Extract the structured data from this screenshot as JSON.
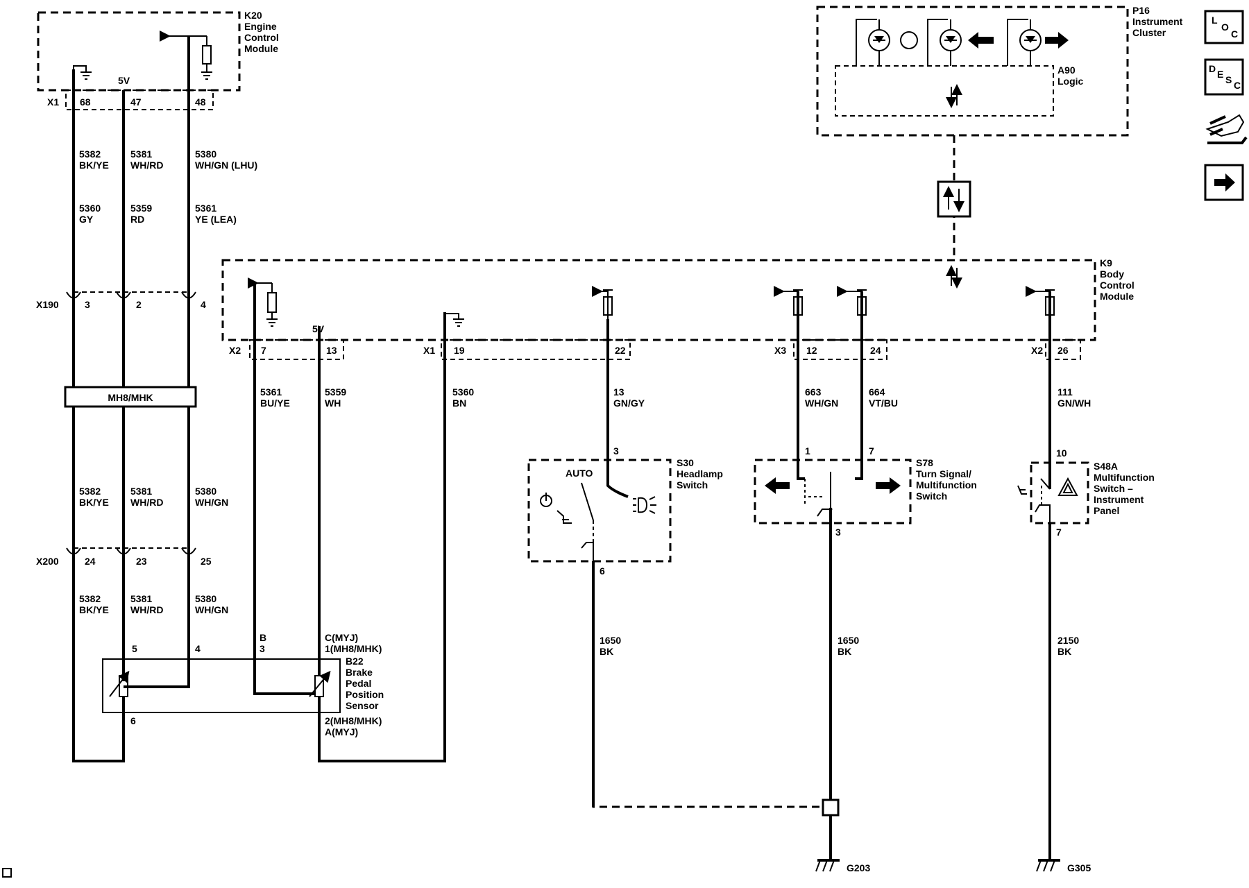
{
  "modules": {
    "k20": {
      "title": [
        "K20",
        "Engine",
        "Control",
        "Module"
      ],
      "v5": "5V"
    },
    "p16": {
      "title": [
        "P16",
        "Instrument",
        "Cluster"
      ],
      "logic": [
        "A90",
        "Logic"
      ]
    },
    "k9": {
      "title": [
        "K9",
        "Body",
        "Control",
        "Module"
      ],
      "v5": "5V"
    }
  },
  "connectors": {
    "k20_x1": {
      "name": "X1",
      "pins": [
        "68",
        "47",
        "48"
      ]
    },
    "x190": {
      "name": "X190",
      "pins": [
        "3",
        "2",
        "4"
      ]
    },
    "x200": {
      "name": "X200",
      "pins": [
        "24",
        "23",
        "25"
      ]
    },
    "k9_x2a": {
      "name": "X2",
      "pins": [
        "7",
        "13"
      ]
    },
    "k9_x1": {
      "name": "X1",
      "pins": [
        "19"
      ]
    },
    "k9_x3": {
      "name": "X3",
      "pins": [
        "12",
        "24"
      ]
    },
    "k9_x2b": {
      "name": "X2",
      "pins": [
        "26"
      ]
    },
    "k9_single": {
      "pins": [
        "22"
      ]
    }
  },
  "wires_top": [
    {
      "circuit": "5382",
      "color": "BK/YE"
    },
    {
      "circuit": "5381",
      "color": "WH/RD"
    },
    {
      "circuit": "5380",
      "color": "WH/GN (LHU)"
    }
  ],
  "wires_top_alt": [
    {
      "circuit": "5360",
      "color": "GY"
    },
    {
      "circuit": "5359",
      "color": "RD"
    },
    {
      "circuit": "5361",
      "color": "YE (LEA)"
    }
  ],
  "splice_label": "MH8/MHK",
  "wires_mid": [
    {
      "circuit": "5382",
      "color": "BK/YE"
    },
    {
      "circuit": "5381",
      "color": "WH/RD"
    },
    {
      "circuit": "5380",
      "color": "WH/GN"
    }
  ],
  "wires_low": [
    {
      "circuit": "5382",
      "color": "BK/YE"
    },
    {
      "circuit": "5381",
      "color": "WH/RD"
    },
    {
      "circuit": "5380",
      "color": "WH/GN"
    }
  ],
  "bcm_wires": [
    {
      "circuit": "5361",
      "color": "BU/YE"
    },
    {
      "circuit": "5359",
      "color": "WH"
    },
    {
      "circuit": "5360",
      "color": "BN"
    },
    {
      "circuit": "13",
      "color": "GN/GY"
    },
    {
      "circuit": "663",
      "color": "WH/GN"
    },
    {
      "circuit": "664",
      "color": "VT/BU"
    },
    {
      "circuit": "111",
      "color": "GN/WH"
    }
  ],
  "sensor": {
    "title": [
      "B22",
      "Brake",
      "Pedal",
      "Position",
      "Sensor"
    ],
    "pins_left": {
      "p5": "5",
      "p4": "4",
      "p6": "6"
    },
    "pin_b": [
      "B",
      "3"
    ],
    "pin_c": [
      "C(MYJ)",
      "1(MH8/MHK)"
    ],
    "pin_2": [
      "2(MH8/MHK)",
      "A(MYJ)"
    ]
  },
  "s30": {
    "title": [
      "S30",
      "Headlamp",
      "Switch"
    ],
    "auto": "AUTO",
    "pin_top": "3",
    "pin_bottom": "6"
  },
  "s78": {
    "title": [
      "S78",
      "Turn Signal/",
      "Multifunction",
      "Switch"
    ],
    "pin1": "1",
    "pin7": "7",
    "pin3": "3"
  },
  "s48a": {
    "title": [
      "S48A",
      "Multifunction",
      "Switch –",
      "Instrument",
      "Panel"
    ],
    "pin10": "10",
    "pin7": "7"
  },
  "ground_wires": [
    {
      "circuit": "1650",
      "color": "BK"
    },
    {
      "circuit": "1650",
      "color": "BK"
    },
    {
      "circuit": "2150",
      "color": "BK"
    }
  ],
  "grounds": [
    "G203",
    "G305"
  ],
  "side_icons": [
    "location-icon",
    "description-icon",
    "connector-end-icon",
    "next-page-icon"
  ],
  "side_icon_text": {
    "loc": [
      "L",
      "O",
      "C"
    ],
    "desc": [
      "D",
      "E",
      "S",
      "C"
    ]
  }
}
